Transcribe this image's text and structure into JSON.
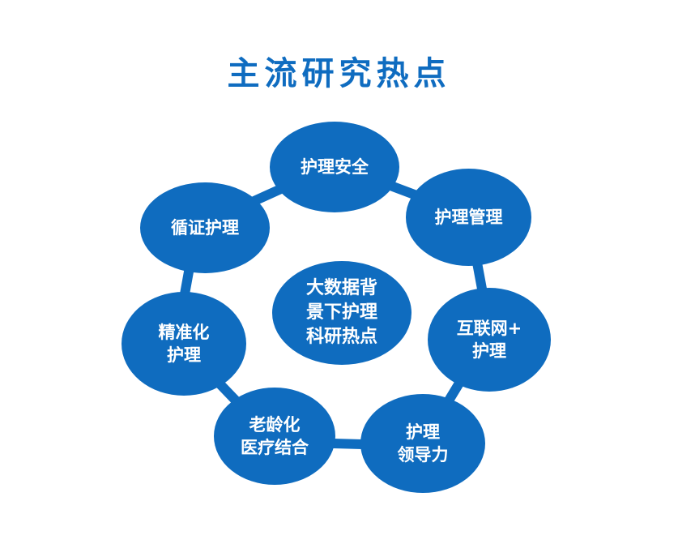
{
  "title": "主流研究热点",
  "colors": {
    "primary": "#0f6cbf",
    "title": "#0f6cc0",
    "text_on_node": "#ffffff",
    "background": "#ffffff"
  },
  "center": {
    "label": "大数据背\n景下护理\n科研热点"
  },
  "nodes": [
    {
      "label": "护理安全"
    },
    {
      "label": "护理管理"
    },
    {
      "label": "互联网+\n护理"
    },
    {
      "label": "护理\n领导力"
    },
    {
      "label": "老龄化\n医疗结合"
    },
    {
      "label": "精准化\n护理"
    },
    {
      "label": "循证护理"
    }
  ]
}
